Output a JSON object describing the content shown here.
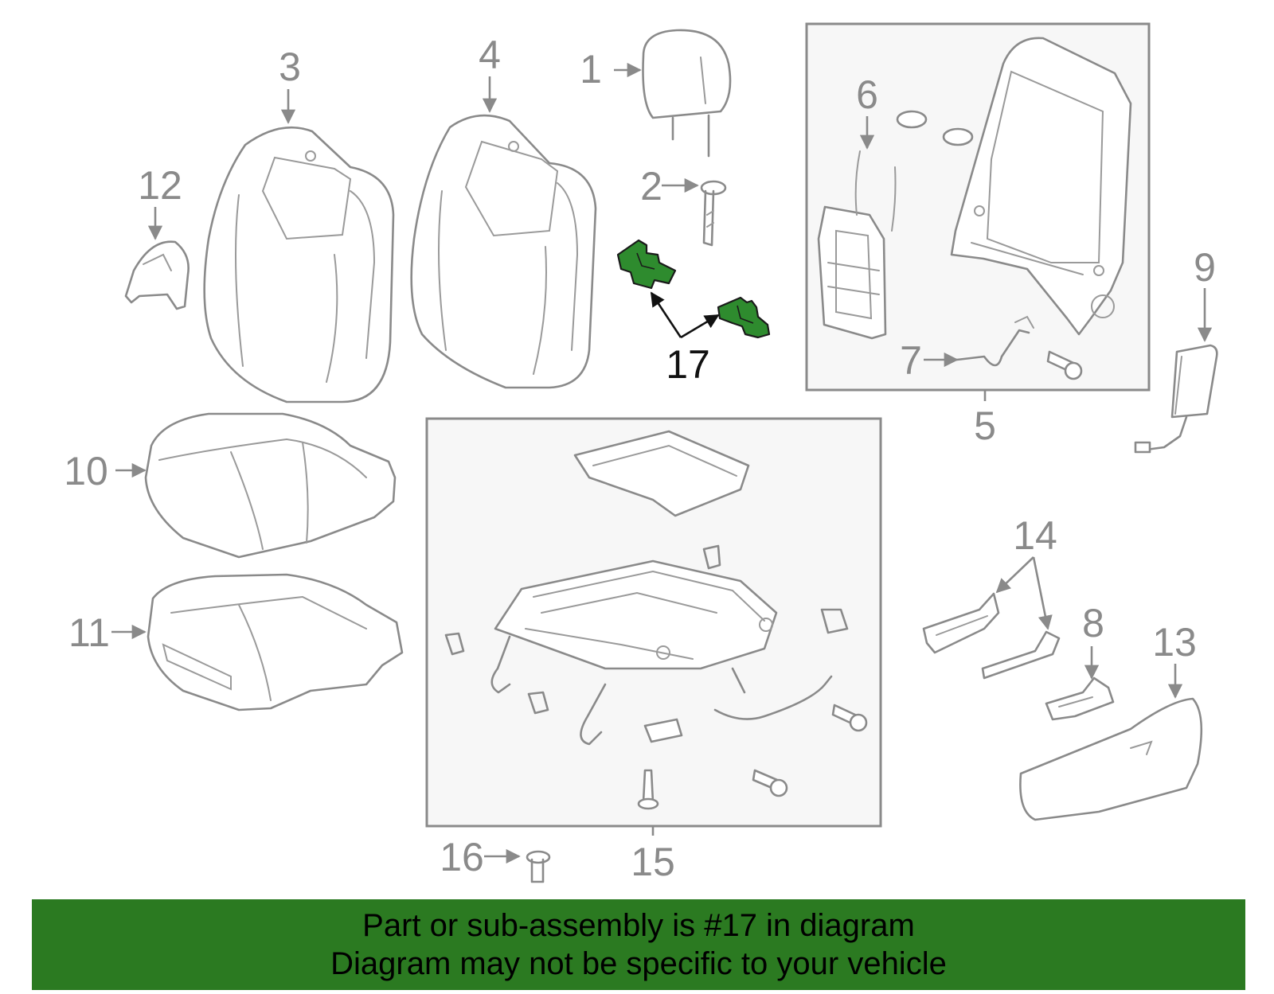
{
  "callouts": {
    "c1": "1",
    "c2": "2",
    "c3": "3",
    "c4": "4",
    "c5": "5",
    "c6": "6",
    "c7": "7",
    "c8": "8",
    "c9": "9",
    "c10": "10",
    "c11": "11",
    "c12": "12",
    "c13": "13",
    "c14": "14",
    "c15": "15",
    "c16": "16",
    "c17": "17"
  },
  "highlighted_part": "17",
  "colors": {
    "highlight": "#2e8b2e",
    "banner": "#2b7a21",
    "line_art": "#8a8a8a"
  },
  "banner": {
    "line1": "Part or sub-assembly is #17 in diagram",
    "line2": "Diagram may not be specific to your vehicle"
  }
}
